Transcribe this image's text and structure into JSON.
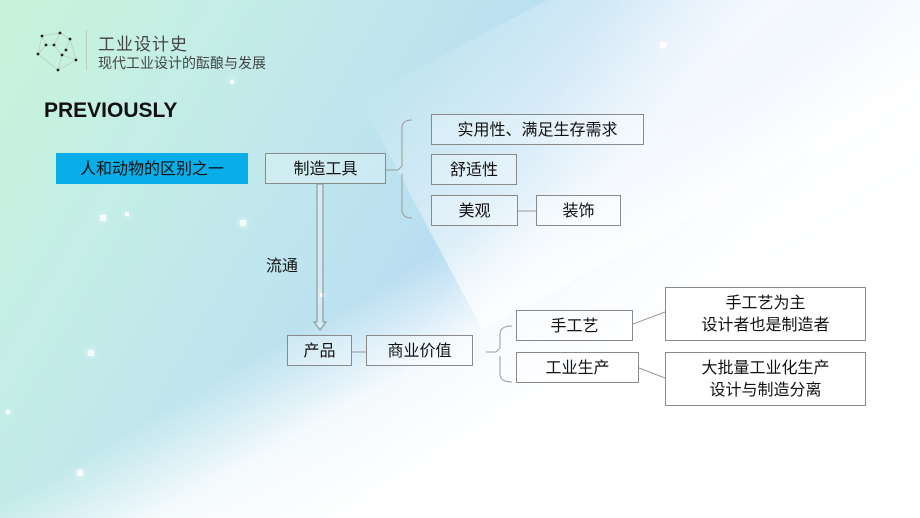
{
  "header": {
    "logo_icon": "network-constellation-icon",
    "title": "工业设计史",
    "subtitle": "现代工业设计的酝酿与发展"
  },
  "section_heading": "PREVIOUSLY",
  "diagram": {
    "root": "人和动物的区别之一",
    "tool": "制造工具",
    "tool_branches": [
      "实用性、满足生存需求",
      "舒适性",
      "美观"
    ],
    "aesthetic_child": "装饰",
    "flow_label": "流通",
    "product": "产品",
    "commercial_value": "商业价值",
    "production_modes": [
      "手工艺",
      "工业生产"
    ],
    "craft_desc": [
      "手工艺为主",
      "设计者也是制造者"
    ],
    "industrial_desc": [
      "大批量工业化生产",
      "设计与制造分离"
    ]
  },
  "colors": {
    "root_fill": "#08aee8",
    "box_border": "#8a8a8a",
    "connector": "#9a9a9a"
  }
}
